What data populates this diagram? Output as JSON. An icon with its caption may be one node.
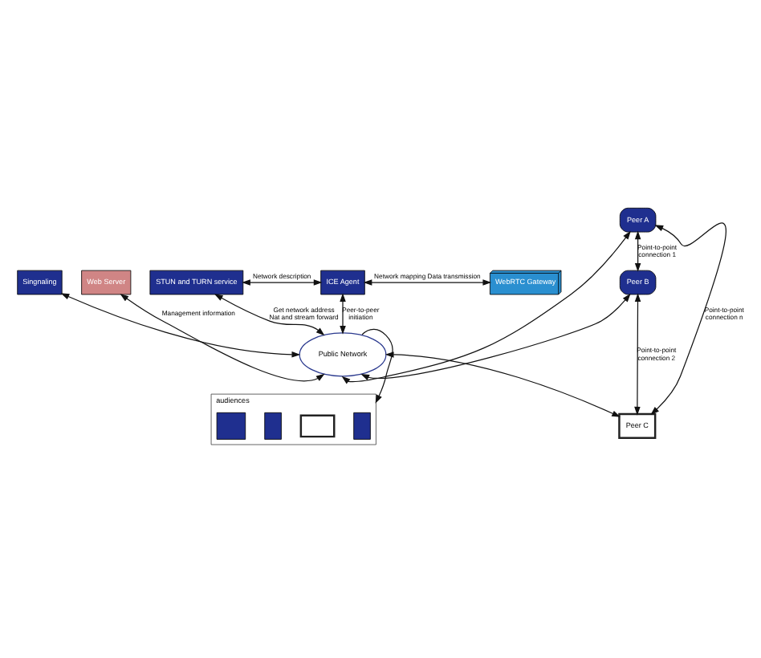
{
  "diagram": {
    "nodes": [
      {
        "text": [
          "ICE Agent"
        ]
      },
      {
        "text": [
          "STUN and TURN service"
        ]
      },
      {
        "text": [
          "WebRTC Gateway"
        ]
      },
      {
        "text": [
          "Singnaling"
        ]
      },
      {
        "text": [
          "Web Server"
        ]
      },
      {
        "text": [
          "Public Network"
        ]
      },
      {
        "text": [
          "Peer A"
        ]
      },
      {
        "text": [
          "Peer B"
        ]
      },
      {
        "text": [
          "Peer C"
        ]
      },
      {
        "text": [
          "audiences"
        ]
      },
      {
        "text": [],
        "shape": "box",
        "in": 9
      },
      {
        "text": [],
        "shape": "box",
        "in": 9
      },
      {
        "text": [],
        "shape": "box",
        "in": 9
      },
      {
        "text": [],
        "shape": "box",
        "in": 9
      }
    ],
    "edges": [
      {
        "from": 1,
        "to": 0,
        "arrow": "both",
        "label": "Network description"
      },
      {
        "from": 0,
        "to": 2,
        "arrow": "both",
        "label": "Network mapping Data transmission"
      },
      {
        "from": 0,
        "to": 5,
        "arrow": "both",
        "label": "Peer-to-peer initiation"
      },
      {
        "from": 5,
        "to": 1,
        "arrow": "both",
        "label": "Get network address Nat and stream forward"
      },
      {
        "from": 3,
        "to": 5,
        "arrow": "both"
      },
      {
        "from": 4,
        "to": 5,
        "arrow": "both",
        "label": "Management information"
      },
      {
        "from": 6,
        "to": 5,
        "arrow": "both"
      },
      {
        "from": 7,
        "to": 5,
        "arrow": "both"
      },
      {
        "from": 5,
        "to": 8,
        "arrow": "both"
      },
      {
        "from": 5,
        "to": 9,
        "arrow": "to"
      },
      {
        "from": 6,
        "to": 7,
        "arrow": "both",
        "label": "Point-to-point connection 1"
      },
      {
        "from": 7,
        "to": 8,
        "arrow": "both",
        "label": "Point-to-point connection 2"
      },
      {
        "from": 6,
        "to": 8,
        "arrow": "both",
        "label": "Point-to-point connection n"
      }
    ]
  }
}
